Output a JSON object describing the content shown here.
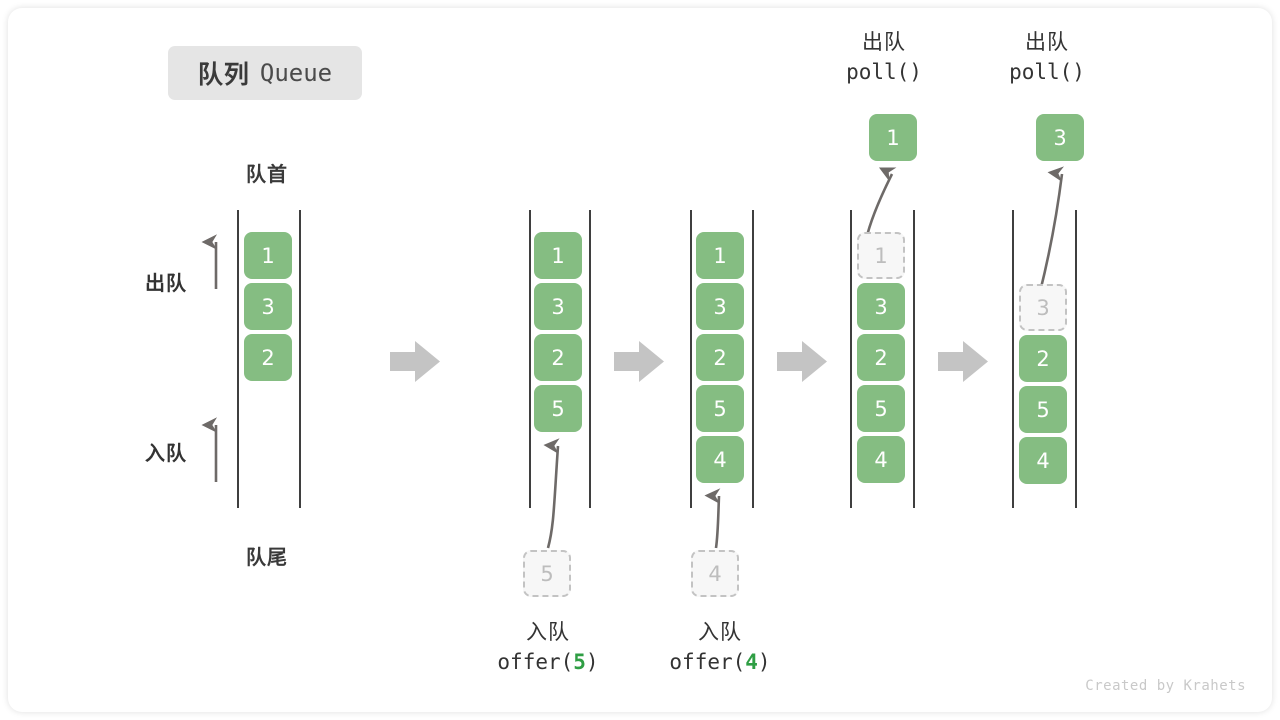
{
  "title": {
    "cn": "队列",
    "en": "Queue"
  },
  "labels": {
    "front": "队首",
    "rear": "队尾",
    "dequeue": "出队",
    "enqueue": "入队"
  },
  "colors": {
    "element": "#85bd82",
    "ghost_fill": "#f7f7f7",
    "ghost_border": "#c3c3c3",
    "rail": "#3f3f3f",
    "arrow": "#6e6a68",
    "flow_arrow": "#c4c4c4",
    "code_number": "#2f9e44",
    "badge_bg": "#e5e5e5",
    "text": "#333333"
  },
  "columns": [
    {
      "id": "initial",
      "elements": [
        "1",
        "3",
        "2"
      ],
      "ghosts": [],
      "header": null,
      "footer": null,
      "popped": null
    },
    {
      "id": "after-offer-5",
      "elements": [
        "1",
        "3",
        "2",
        "5"
      ],
      "ghosts": [],
      "header": null,
      "footer": {
        "cn": "入队",
        "code_prefix": "offer(",
        "code_value": "5",
        "code_suffix": ")"
      },
      "incoming": "5",
      "popped": null
    },
    {
      "id": "after-offer-4",
      "elements": [
        "1",
        "3",
        "2",
        "5",
        "4"
      ],
      "ghosts": [],
      "header": null,
      "footer": {
        "cn": "入队",
        "code_prefix": "offer(",
        "code_value": "4",
        "code_suffix": ")"
      },
      "incoming": "4",
      "popped": null
    },
    {
      "id": "after-poll-1",
      "elements": [
        "3",
        "2",
        "5",
        "4"
      ],
      "ghosts": [
        "1"
      ],
      "header": {
        "cn": "出队",
        "code": "poll()"
      },
      "popped": "1",
      "footer": null
    },
    {
      "id": "after-poll-3",
      "elements": [
        "2",
        "5",
        "4"
      ],
      "ghosts": [
        "3"
      ],
      "header": {
        "cn": "出队",
        "code": "poll()"
      },
      "popped": "3",
      "footer": null
    }
  ],
  "watermark": "Created by Krahets"
}
